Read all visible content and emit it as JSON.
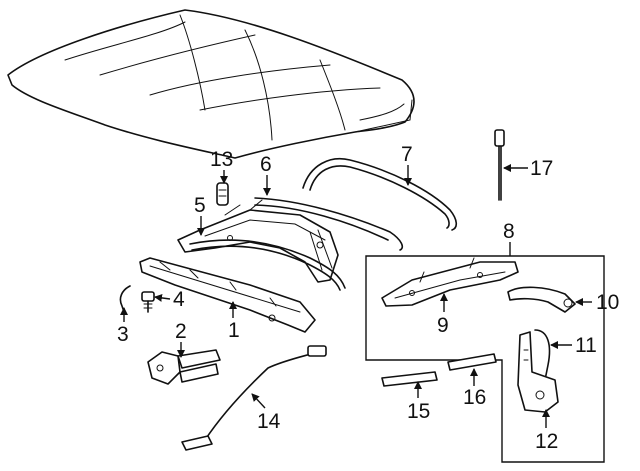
{
  "diagram": {
    "callouts": {
      "c1": "1",
      "c2": "2",
      "c3": "3",
      "c4": "4",
      "c5": "5",
      "c6": "6",
      "c7": "7",
      "c8": "8",
      "c9": "9",
      "c10": "10",
      "c11": "11",
      "c12": "12",
      "c13": "13",
      "c14": "14",
      "c15": "15",
      "c16": "16",
      "c17": "17"
    }
  }
}
